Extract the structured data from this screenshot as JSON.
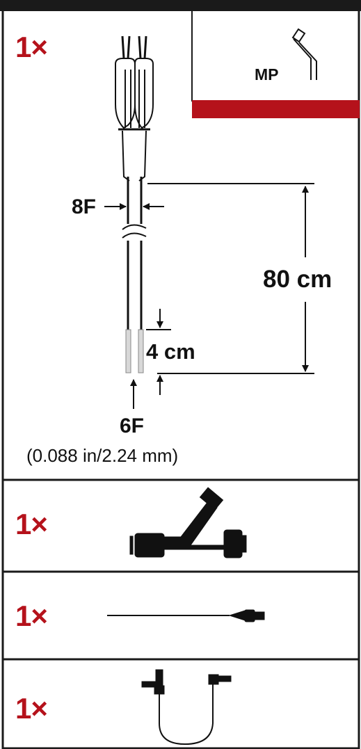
{
  "panels": {
    "catheter": {
      "qty": "1×",
      "tip_label": "MP",
      "shaft_size": "8F",
      "length": "80 cm",
      "segment_length": "4 cm",
      "tip_size": "6F",
      "tip_dimension": "(0.088 in/2.24 mm)"
    },
    "y_connector": {
      "qty": "1×"
    },
    "needle": {
      "qty": "1×"
    },
    "extension_tube": {
      "qty": "1×"
    }
  },
  "colors": {
    "accent": "#b5121b",
    "line": "#111111",
    "top_band": "#1a1a1a"
  }
}
